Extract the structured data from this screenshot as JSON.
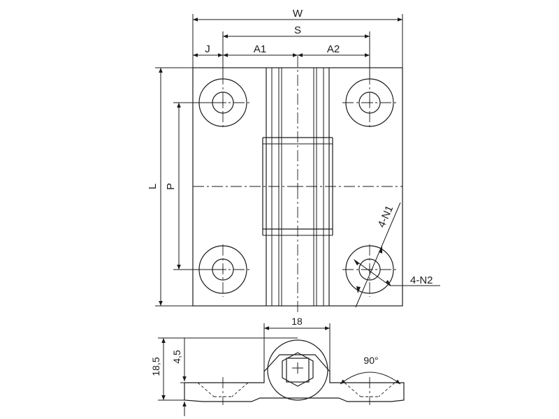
{
  "labels": {
    "W": "W",
    "S": "S",
    "J": "J",
    "A1": "A1",
    "A2": "A2",
    "L": "L",
    "P": "P",
    "N1": "4-N1",
    "N2": "4-N2",
    "width_18": "18",
    "height_18_5": "18,5",
    "height_4_5": "4,5",
    "angle_90": "90°"
  },
  "colors": {
    "ink": "#1a1a1a",
    "background": "#ffffff"
  }
}
